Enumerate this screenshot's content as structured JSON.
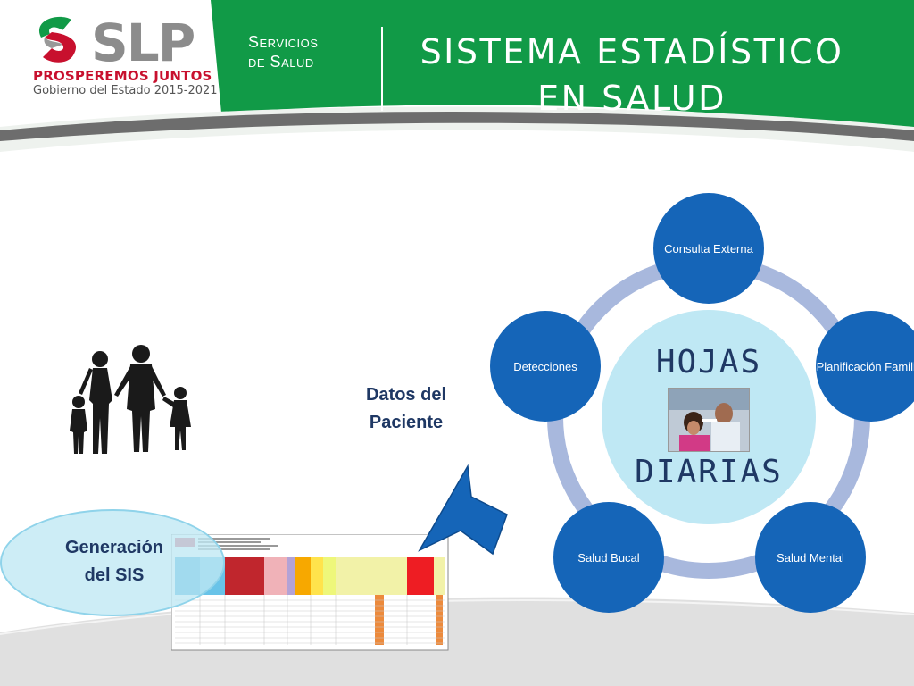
{
  "header": {
    "logo_word": "SLP",
    "logo_slogan": "PROSPEREMOS JUNTOS",
    "logo_government": "Gobierno del Estado 2015-2021",
    "org_line1": "Servicios",
    "org_line2": "de Salud",
    "title_line1": "SISTEMA ESTADÍSTICO",
    "title_line2": "EN SALUD"
  },
  "colors": {
    "header_green": "#119a47",
    "node_blue": "#1565b8",
    "center_light": "#bfe8f4",
    "ring": "#a8b8dd",
    "text_navy": "#1f3864",
    "logo_red": "#c8102e"
  },
  "diagram": {
    "center_top": "HOJAS",
    "center_bottom": "DIARIAS",
    "nodes": [
      "Consulta Externa",
      "Planificación Familiar",
      "Salud Mental",
      "Salud Bucal",
      "Detecciones"
    ]
  },
  "flow": {
    "datos_line1": "Datos del",
    "datos_line2": "Paciente",
    "generation_line1": "Generación",
    "generation_line2": "del SIS"
  },
  "icons": [
    "family-silhouette-icon",
    "spreadsheet-thumbnail",
    "flow-arrow-icon",
    "dental-exam-photo"
  ]
}
